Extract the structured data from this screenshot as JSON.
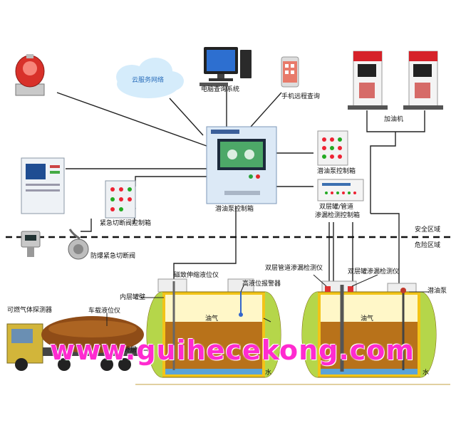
{
  "labels": {
    "cloud": "云服务网络",
    "pc_system": "电脑查询系统",
    "mobile": "手机远程查询",
    "dispenser": "加油机",
    "main_box": "潜油泵控制箱",
    "pump_box": "潜油泵控制箱",
    "emergency_box": "紧急切断阀控制箱",
    "double_wall_box_line1": "双层罐/管道",
    "double_wall_box_line2": "渗漏检测控制箱",
    "valve": "防爆紧急切断阀",
    "safe_zone": "安全区域",
    "danger_zone": "危险区域",
    "magnetostrictive": "磁致伸缩液位仪",
    "high_alarm": "高液位报警器",
    "inner_tank": "内层罐壁",
    "outer_tank": "外层",
    "truck_level": "车载液位仪",
    "gas_detector": "可燃气体探测器",
    "pipe_leak": "双层管道渗漏检测仪",
    "tank_leak": "双层罐渗漏检测仪",
    "sub_pump": "潜油泵",
    "vapor_left": "油气",
    "vapor_right": "油气",
    "water_left": "水",
    "water_right": "水"
  },
  "watermark": "www.guihecekong.com",
  "colors": {
    "oil": "#b8721a",
    "tank_body": "#f2c418",
    "tank_end": "#b5d64a",
    "vapor": "#fff7c8",
    "line": "#222222"
  }
}
